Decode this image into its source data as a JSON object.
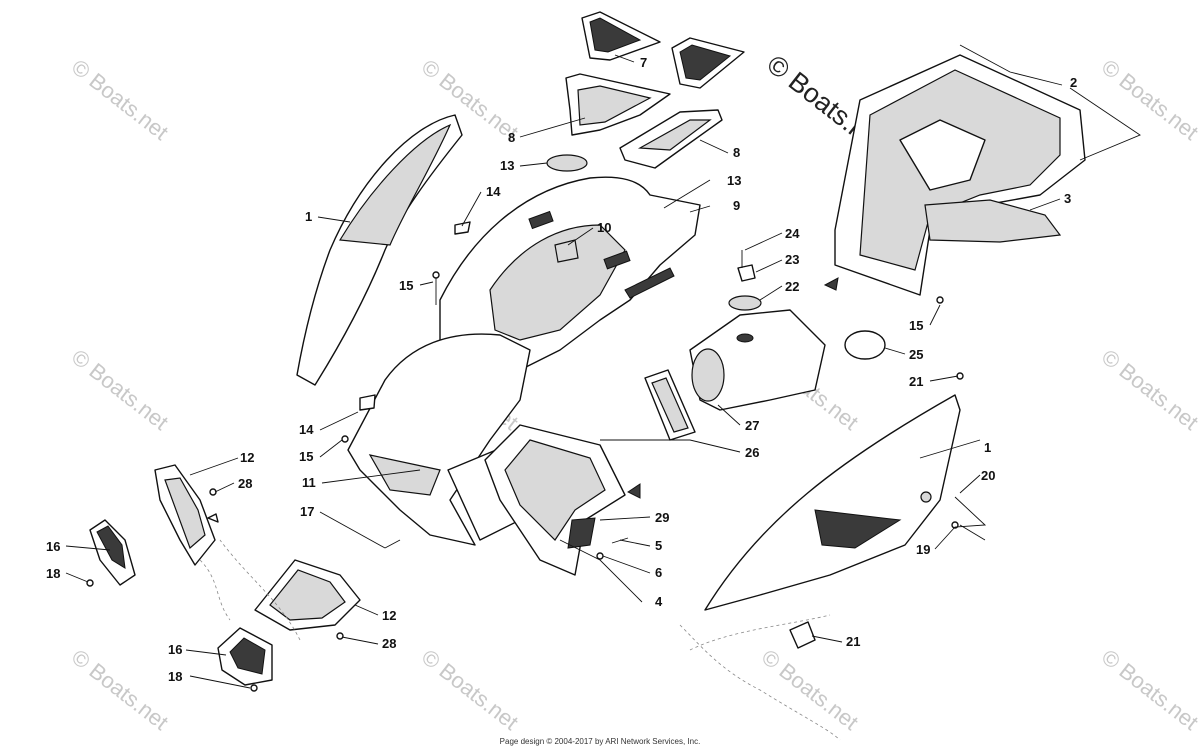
{
  "watermarks": {
    "faint": "© Boats.net",
    "prominent": "© Boats.net"
  },
  "callouts": [
    {
      "label": "1"
    },
    {
      "label": "1"
    },
    {
      "label": "2"
    },
    {
      "label": "3"
    },
    {
      "label": "4"
    },
    {
      "label": "5"
    },
    {
      "label": "6"
    },
    {
      "label": "7"
    },
    {
      "label": "8"
    },
    {
      "label": "8"
    },
    {
      "label": "9"
    },
    {
      "label": "10"
    },
    {
      "label": "11"
    },
    {
      "label": "12"
    },
    {
      "label": "12"
    },
    {
      "label": "13"
    },
    {
      "label": "13"
    },
    {
      "label": "14"
    },
    {
      "label": "14"
    },
    {
      "label": "15"
    },
    {
      "label": "15"
    },
    {
      "label": "15"
    },
    {
      "label": "16"
    },
    {
      "label": "16"
    },
    {
      "label": "17"
    },
    {
      "label": "18"
    },
    {
      "label": "18"
    },
    {
      "label": "19"
    },
    {
      "label": "20"
    },
    {
      "label": "21"
    },
    {
      "label": "21"
    },
    {
      "label": "22"
    },
    {
      "label": "23"
    },
    {
      "label": "24"
    },
    {
      "label": "25"
    },
    {
      "label": "26"
    },
    {
      "label": "27"
    },
    {
      "label": "28"
    },
    {
      "label": "28"
    },
    {
      "label": "29"
    }
  ],
  "footer": {
    "text": "Page design © 2004-2017 by ARI Network Services, Inc."
  }
}
